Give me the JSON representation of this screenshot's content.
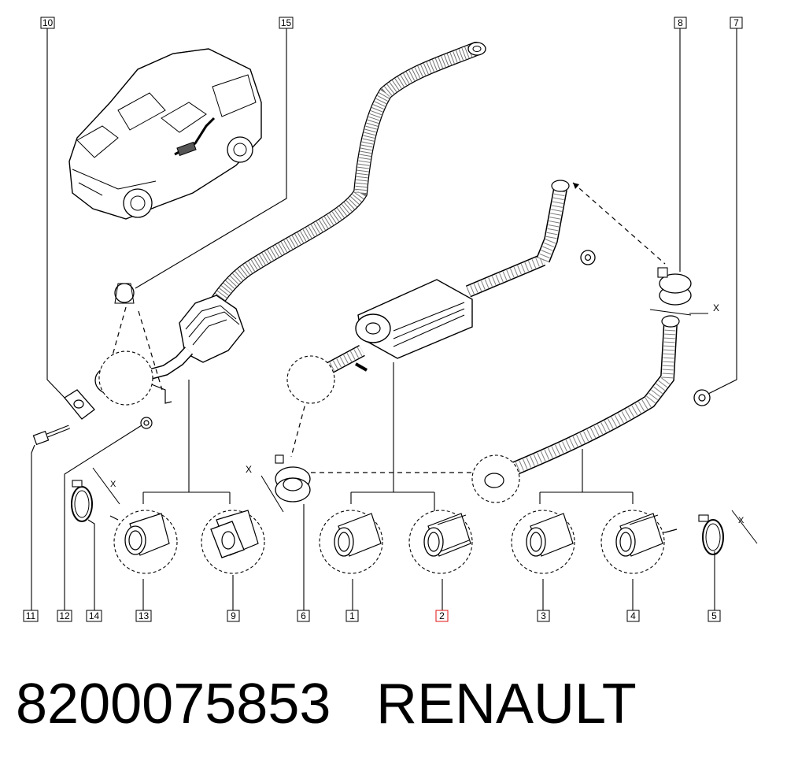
{
  "callouts": [
    {
      "id": "c10",
      "label": "10"
    },
    {
      "id": "c15",
      "label": "15"
    },
    {
      "id": "c8",
      "label": "8"
    },
    {
      "id": "c7",
      "label": "7"
    },
    {
      "id": "c11",
      "label": "11"
    },
    {
      "id": "c12",
      "label": "12"
    },
    {
      "id": "c14",
      "label": "14"
    },
    {
      "id": "c13",
      "label": "13"
    },
    {
      "id": "c9",
      "label": "9"
    },
    {
      "id": "c6",
      "label": "6"
    },
    {
      "id": "c1",
      "label": "1"
    },
    {
      "id": "c2",
      "label": "2",
      "selected": true
    },
    {
      "id": "c3",
      "label": "3"
    },
    {
      "id": "c4",
      "label": "4"
    },
    {
      "id": "c5",
      "label": "5"
    }
  ],
  "dimension_marks": {
    "x_label": "X"
  },
  "footer": {
    "part_number": "8200075853",
    "brand": "RENAULT"
  },
  "colors": {
    "selected_callout": "#e01010",
    "line": "#000000",
    "background": "#ffffff"
  }
}
